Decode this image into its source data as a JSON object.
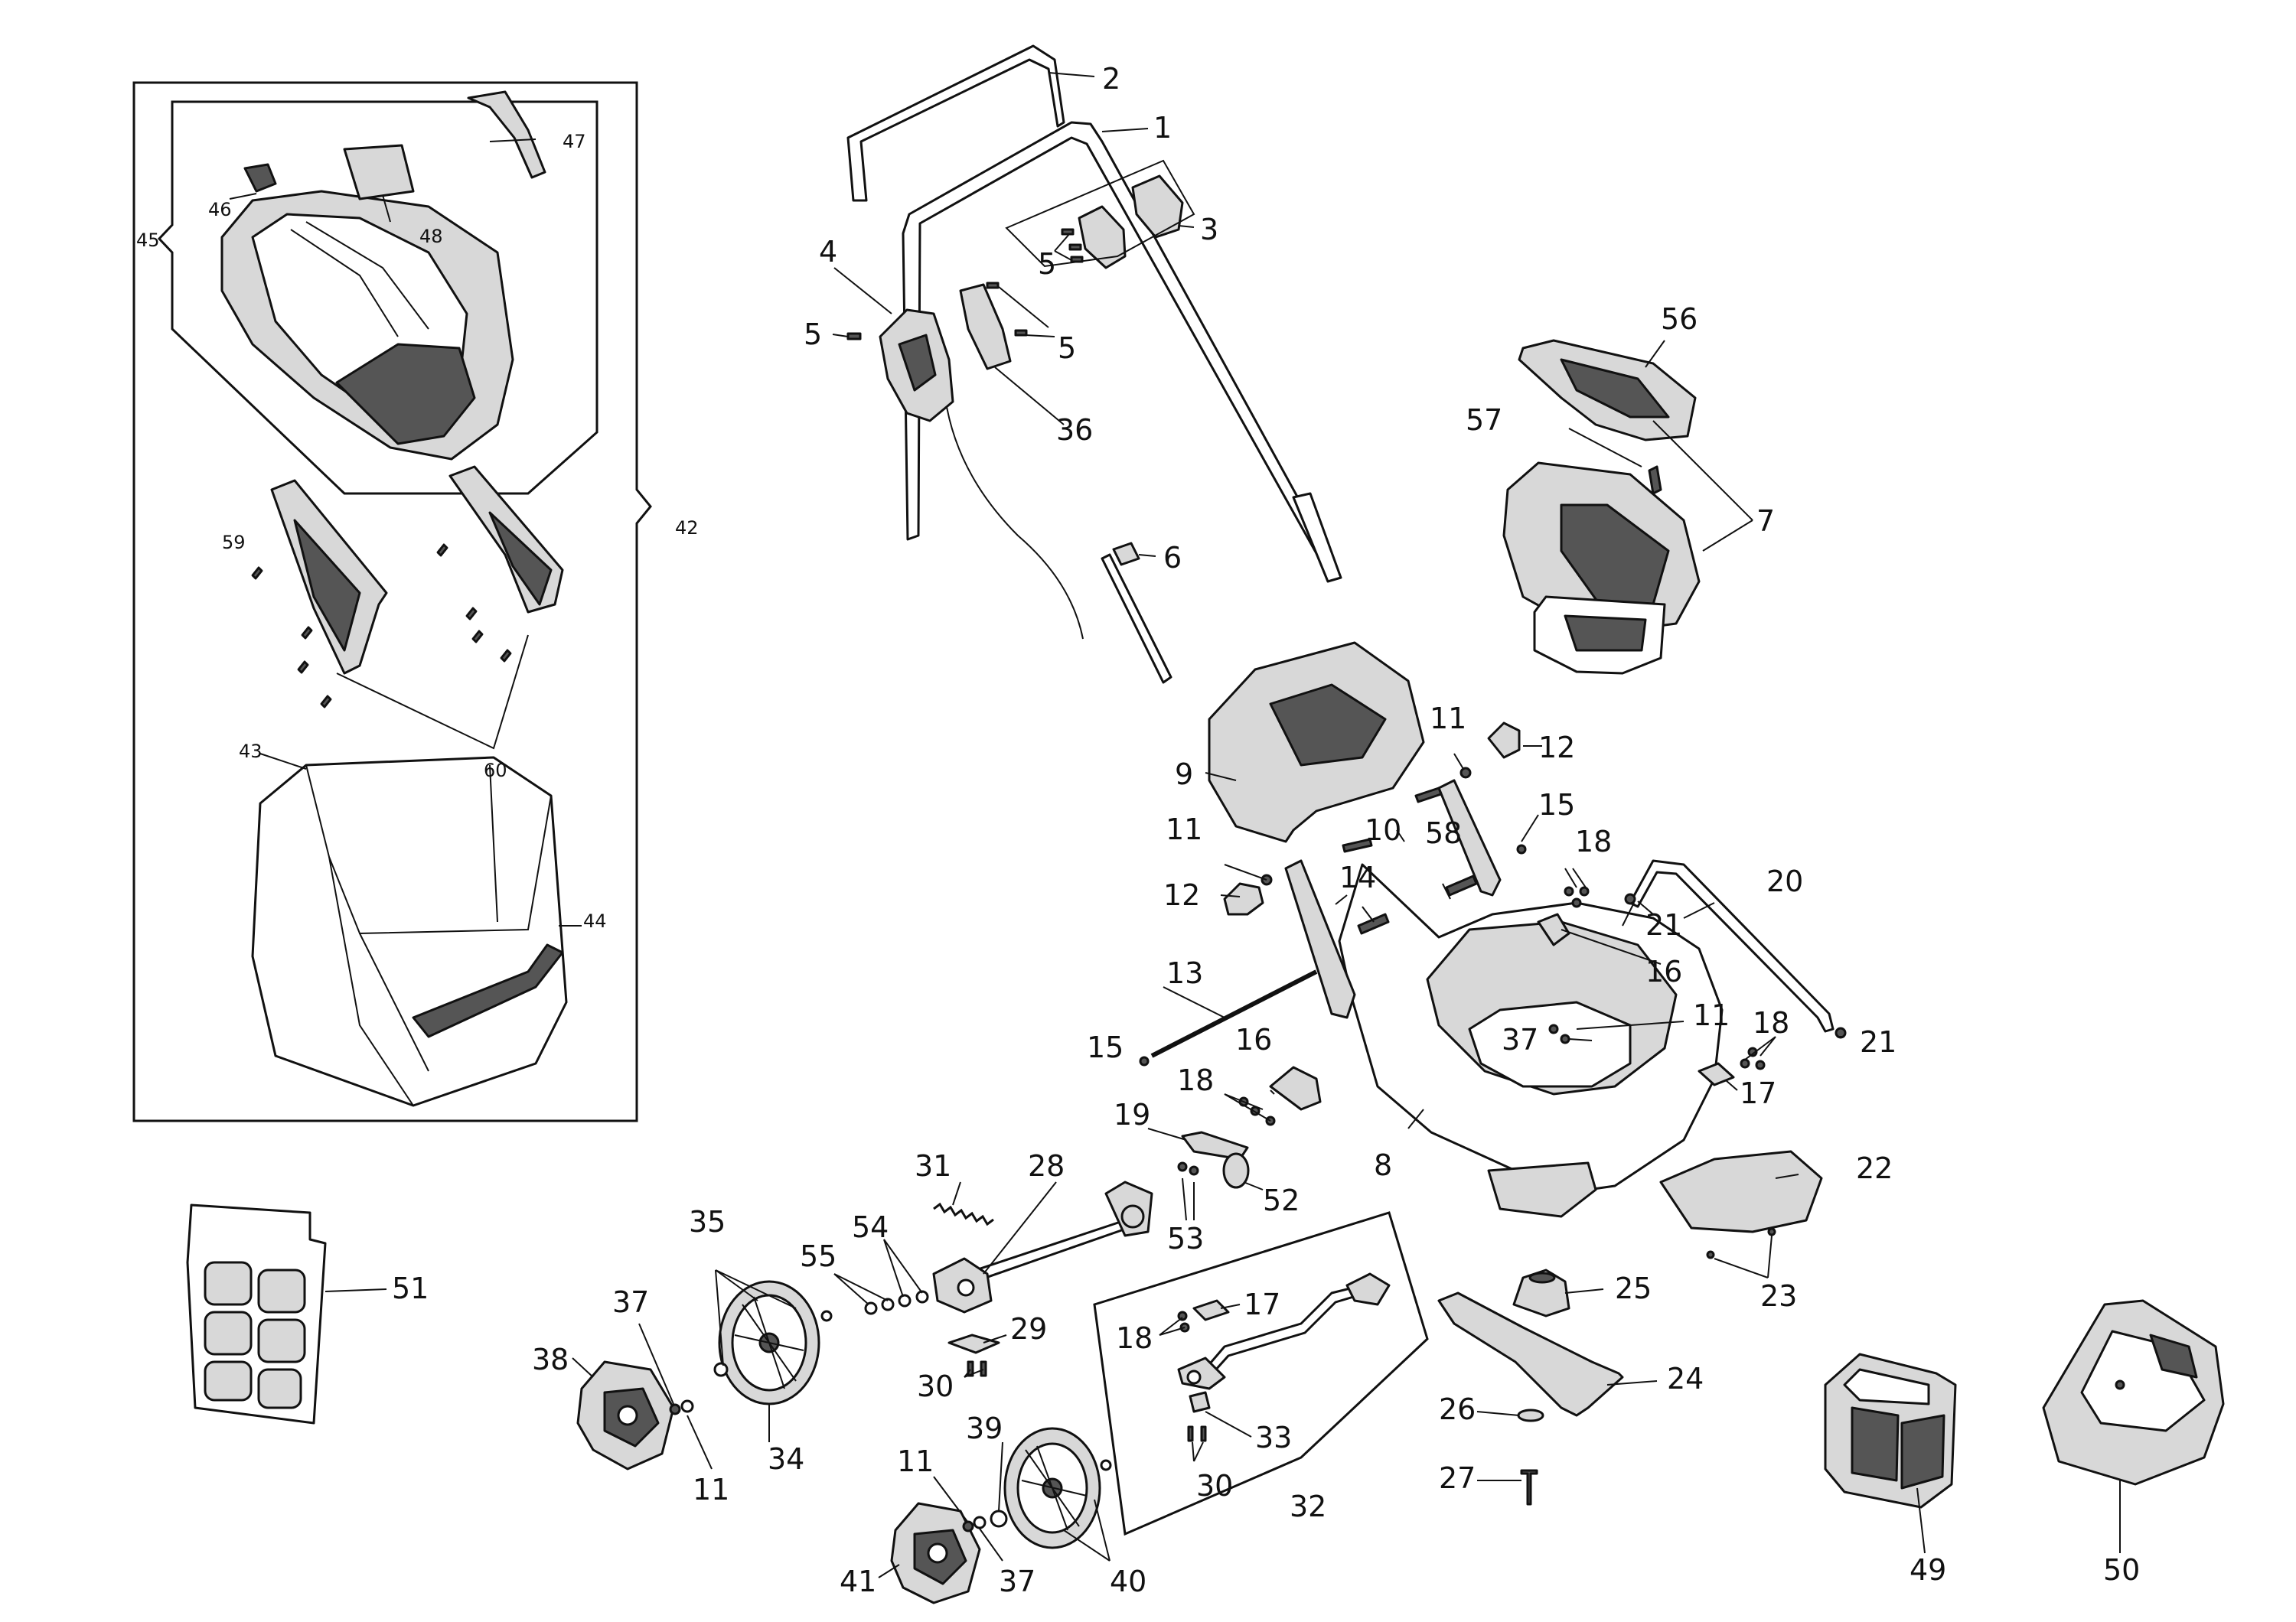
{
  "diagram": {
    "title": "",
    "callouts": {
      "c1": "1",
      "c2": "2",
      "c3": "3",
      "c4": "4",
      "c5": "5",
      "c6": "6",
      "c7": "7",
      "c8": "8",
      "c9": "9",
      "c10": "10",
      "c11": "11",
      "c12": "12",
      "c13": "13",
      "c14": "14",
      "c15": "15",
      "c16": "16",
      "c17": "17",
      "c18": "18",
      "c19": "19",
      "c20": "20",
      "c21": "21",
      "c22": "22",
      "c23": "23",
      "c24": "24",
      "c25": "25",
      "c26": "26",
      "c27": "27",
      "c28": "28",
      "c29": "29",
      "c30": "30",
      "c31": "31",
      "c32": "32",
      "c33": "33",
      "c34": "34",
      "c35": "35",
      "c36": "36",
      "c37": "37",
      "c38": "38",
      "c39": "39",
      "c40": "40",
      "c41": "41",
      "c42": "42",
      "c43": "43",
      "c44": "44",
      "c45": "45",
      "c46": "46",
      "c47": "47",
      "c48": "48",
      "c49": "49",
      "c50": "50",
      "c51": "51",
      "c52": "52",
      "c53": "53",
      "c54": "54",
      "c55": "55",
      "c56": "56",
      "c57": "57",
      "c58": "58",
      "c59": "59",
      "c60": "60"
    }
  }
}
